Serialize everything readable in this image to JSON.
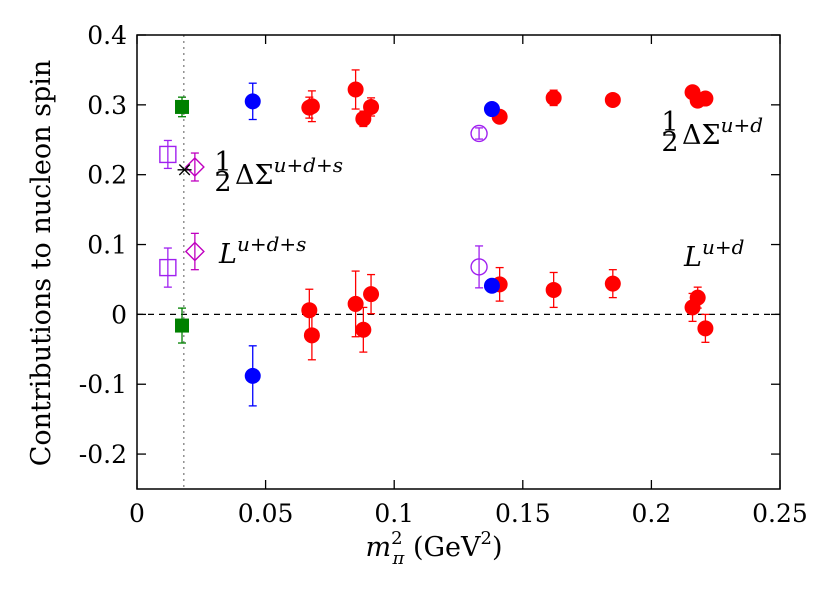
{
  "chart_data": {
    "type": "scatter",
    "title": "",
    "xlabel": "m_π^2 (GeV^2)",
    "ylabel": "Contributions to nucleon spin",
    "xlim": [
      0,
      0.25
    ],
    "ylim": [
      -0.25,
      0.4
    ],
    "xticks": [
      0,
      0.05,
      0.1,
      0.15,
      0.2,
      0.25
    ],
    "xtick_labels": [
      "0",
      "0.05",
      "0.1",
      "0.15",
      "0.2",
      "0.25"
    ],
    "yticks": [
      -0.2,
      -0.1,
      0,
      0.1,
      0.2,
      0.3,
      0.4
    ],
    "ytick_labels": [
      "-0.2",
      "-0.1",
      "0",
      "0.1",
      "0.2",
      "0.3",
      "0.4"
    ],
    "grid": false,
    "reference_lines": [
      {
        "orientation": "horizontal",
        "value": 0,
        "style": "dashed",
        "color": "#000000"
      },
      {
        "orientation": "vertical",
        "value": 0.0182,
        "style": "dotted",
        "color": "#808080"
      }
    ],
    "annotations": {
      "delta_sigma_light": {
        "frac": "1/2",
        "symbol": "ΔΣ",
        "sup": "u+d"
      },
      "delta_sigma_strange": {
        "frac": "1/2",
        "symbol": "ΔΣ",
        "sup": "u+d+s"
      },
      "orbital_light": {
        "symbol": "L",
        "sup": "u+d"
      },
      "orbital_strange": {
        "symbol": "L",
        "sup": "u+d+s"
      }
    },
    "series": [
      {
        "marker": "circle-filled",
        "color": "#ff0000",
        "points": [
          {
            "x": 0.067,
            "y": 0.296,
            "err": 0.015
          },
          {
            "x": 0.068,
            "y": 0.298,
            "err": 0.022
          },
          {
            "x": 0.085,
            "y": 0.322,
            "err": 0.028
          },
          {
            "x": 0.088,
            "y": 0.28,
            "err": 0.011
          },
          {
            "x": 0.091,
            "y": 0.297,
            "err": 0.013
          },
          {
            "x": 0.141,
            "y": 0.283,
            "err": 0.007
          },
          {
            "x": 0.162,
            "y": 0.31,
            "err": 0.011
          },
          {
            "x": 0.185,
            "y": 0.307,
            "err": 0.006
          },
          {
            "x": 0.216,
            "y": 0.318,
            "err": 0.005
          },
          {
            "x": 0.218,
            "y": 0.306,
            "err": 0.005
          },
          {
            "x": 0.221,
            "y": 0.309,
            "err": 0.006
          },
          {
            "x": 0.067,
            "y": 0.006,
            "err": 0.03
          },
          {
            "x": 0.068,
            "y": -0.03,
            "err": 0.035
          },
          {
            "x": 0.085,
            "y": 0.015,
            "err": 0.047
          },
          {
            "x": 0.088,
            "y": -0.022,
            "err": 0.032
          },
          {
            "x": 0.091,
            "y": 0.029,
            "err": 0.028
          },
          {
            "x": 0.141,
            "y": 0.043,
            "err": 0.024
          },
          {
            "x": 0.162,
            "y": 0.035,
            "err": 0.025
          },
          {
            "x": 0.185,
            "y": 0.044,
            "err": 0.02
          },
          {
            "x": 0.216,
            "y": 0.01,
            "err": 0.02
          },
          {
            "x": 0.218,
            "y": 0.024,
            "err": 0.015
          },
          {
            "x": 0.221,
            "y": -0.02,
            "err": 0.02
          }
        ]
      },
      {
        "marker": "circle-filled",
        "color": "#0000ff",
        "points": [
          {
            "x": 0.045,
            "y": 0.305,
            "err": 0.026
          },
          {
            "x": 0.138,
            "y": 0.294,
            "err": 0.004
          },
          {
            "x": 0.045,
            "y": -0.088,
            "err": 0.043
          },
          {
            "x": 0.138,
            "y": 0.041,
            "err": 0.005
          }
        ]
      },
      {
        "marker": "square-filled",
        "color": "#008000",
        "points": [
          {
            "x": 0.0175,
            "y": 0.297,
            "err": 0.014
          },
          {
            "x": 0.0175,
            "y": -0.016,
            "err": 0.025
          }
        ]
      },
      {
        "marker": "square-open",
        "color": "#a020f0",
        "points": [
          {
            "x": 0.012,
            "y": 0.229,
            "err": 0.02
          },
          {
            "x": 0.012,
            "y": 0.067,
            "err": 0.028
          }
        ]
      },
      {
        "marker": "diamond-open",
        "color": "#c000c0",
        "points": [
          {
            "x": 0.0225,
            "y": 0.211,
            "err": 0.02
          },
          {
            "x": 0.0225,
            "y": 0.09,
            "err": 0.026
          }
        ]
      },
      {
        "marker": "circle-open",
        "color": "#a020f0",
        "points": [
          {
            "x": 0.133,
            "y": 0.259,
            "err": 0.008
          },
          {
            "x": 0.133,
            "y": 0.068,
            "err": 0.03
          }
        ]
      },
      {
        "marker": "star",
        "color": "#000000",
        "points": [
          {
            "x": 0.0185,
            "y": 0.207,
            "err": 0
          }
        ]
      }
    ]
  }
}
